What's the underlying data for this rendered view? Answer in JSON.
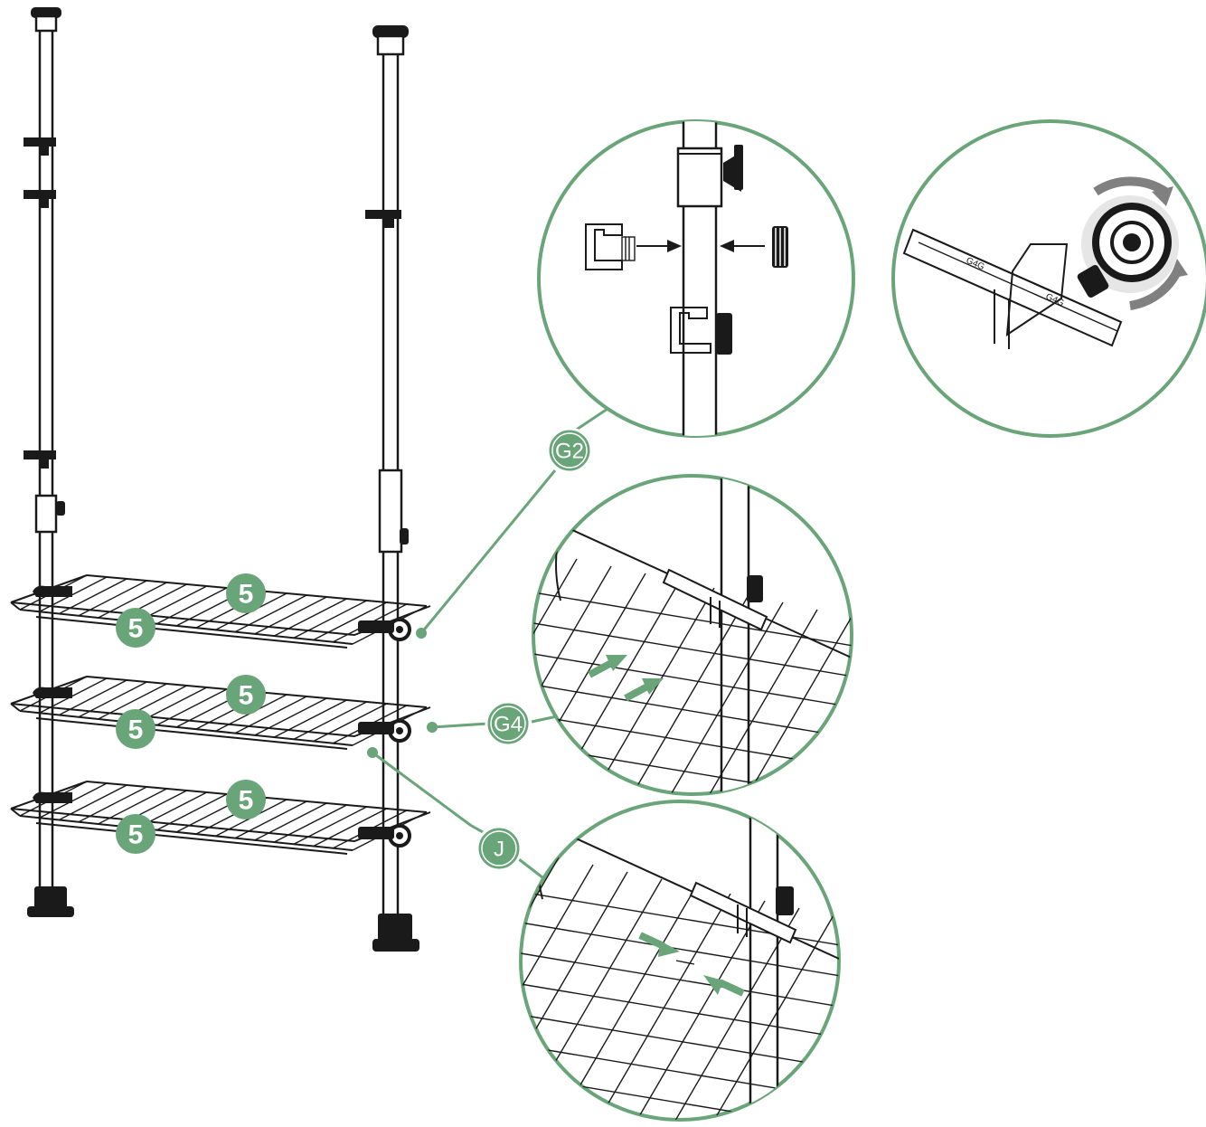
{
  "colors": {
    "accent": "#6aa57a",
    "ink": "#1a1a1a",
    "background": "#ffffff"
  },
  "shelves": [
    {
      "part_label_back": "5",
      "part_label_front": "5"
    },
    {
      "part_label_back": "5",
      "part_label_front": "5"
    },
    {
      "part_label_back": "5",
      "part_label_front": "5"
    }
  ],
  "callouts": {
    "clamp_assembly": "G2",
    "basket_insert": "G4",
    "basket_lock": "J"
  },
  "icons": [
    "clockwise-rotate-icon",
    "insert-arrow-icon",
    "push-arrow-icon"
  ]
}
